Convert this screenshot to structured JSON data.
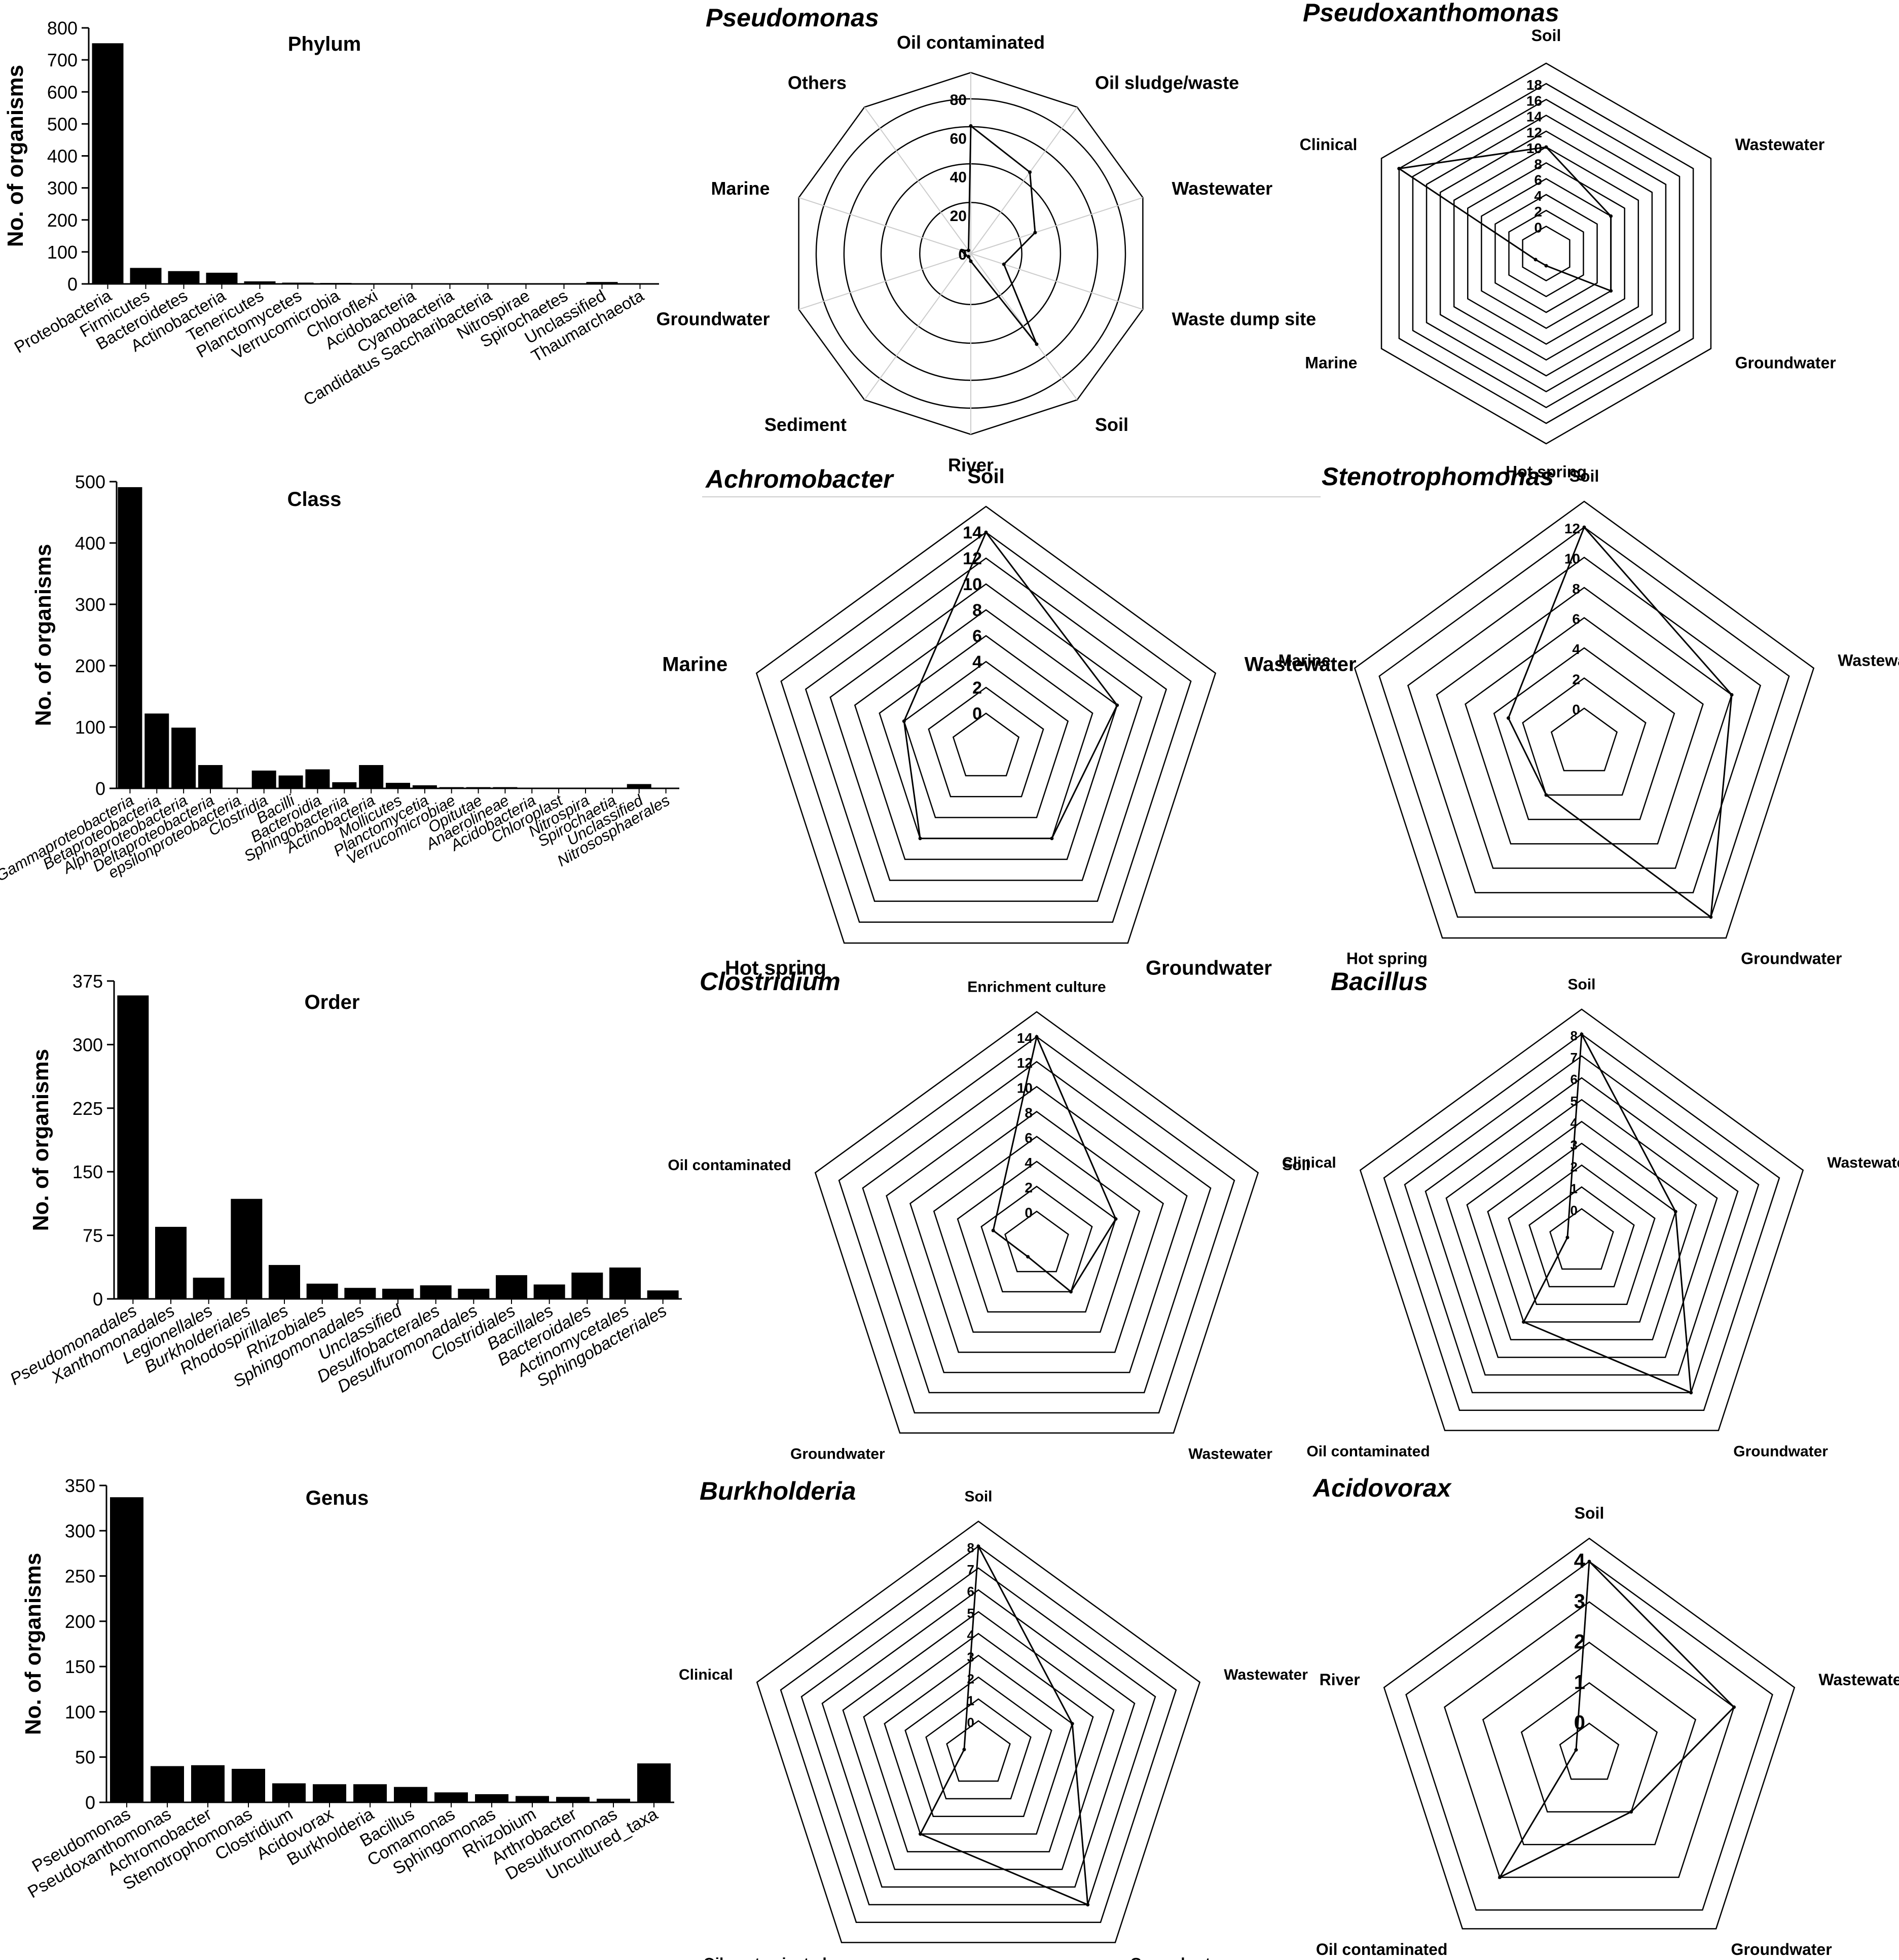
{
  "chart_data": [
    {
      "type": "bar",
      "title": "Phylum",
      "ylabel": "No. of organisms",
      "ylim": [
        0,
        800
      ],
      "yticks": [
        0,
        100,
        200,
        300,
        400,
        500,
        600,
        700,
        800
      ],
      "categories": [
        "Proteobacteria",
        "Firmicutes",
        "Bacteroidetes",
        "Actinobacteria",
        "Tenericutes",
        "Planctomycetes",
        "Verrucomicrobia",
        "Chloroflexi",
        "Acidobacteria",
        "Cyanobacteria",
        "Candidatus Saccharibacteria",
        "Nitrospirae",
        "Spirochaetes",
        "Unclassified",
        "Thaumarchaeota"
      ],
      "values": [
        752,
        50,
        40,
        35,
        8,
        4,
        3,
        2,
        1,
        1,
        1,
        1,
        1,
        6,
        1
      ],
      "italic_labels": false
    },
    {
      "type": "bar",
      "title": "Class",
      "ylabel": "No. of organisms",
      "ylim": [
        0,
        500
      ],
      "yticks": [
        0,
        100,
        200,
        300,
        400,
        500
      ],
      "categories": [
        "Gammaproteobacteria",
        "Betaproteobacteria",
        "Alphaproteobacteria",
        "Deltaproteobacteria",
        "epsilonproteobacteria",
        "Clostridia",
        "Bacilli",
        "Bacteroidia",
        "Sphingobacteriia",
        "Actinobacteria",
        "Mollicutes",
        "Planctomycetia",
        "Verrucomicrobiae",
        "Opitutae",
        "Anaerolineae",
        "Acidobacteria",
        "Chloroplast",
        "Nitrospira",
        "Spirochaetia",
        "Unclassified",
        "Nitrososphaerales"
      ],
      "values": [
        491,
        122,
        99,
        38,
        1,
        29,
        21,
        31,
        10,
        38,
        9,
        5,
        2,
        2,
        2,
        1,
        1,
        1,
        1,
        7,
        1
      ],
      "italic_labels": true
    },
    {
      "type": "bar",
      "title": "Order",
      "ylabel": "No. of organisms",
      "ylim": [
        0,
        375
      ],
      "yticks": [
        0,
        75,
        150,
        225,
        300,
        375
      ],
      "categories": [
        "Pseudomonadales",
        "Xanthomonadales",
        "Legionellales",
        "Burkholderiales",
        "Rhodospirillales",
        "Rhizobiales",
        "Sphingomonadales",
        "Unclassified",
        "Desulfobacterales",
        "Desulfuromonadales",
        "Clostridiales",
        "Bacillales",
        "Bacteroidales",
        "Actinomycetales",
        "Sphingobacteriales"
      ],
      "values": [
        358,
        85,
        25,
        118,
        40,
        18,
        13,
        12,
        16,
        12,
        28,
        17,
        31,
        37,
        10
      ],
      "italic_labels": true
    },
    {
      "type": "bar",
      "title": "Genus",
      "ylabel": "No. of organisms",
      "ylim": [
        0,
        350
      ],
      "yticks": [
        0,
        50,
        100,
        150,
        200,
        250,
        300,
        350
      ],
      "categories": [
        "Pseudomonas",
        "Pseudoxanthomonas",
        "Achromobacter",
        "Stenotrophomonas",
        "Clostridium",
        "Acidovorax",
        "Burkholderia",
        "Bacillus",
        "Comamonas",
        "Sphingomonas",
        "Rhizobium",
        "Arthrobacter",
        "Desulfuromonas",
        "Uncultured_taxa"
      ],
      "values": [
        337,
        40,
        41,
        37,
        21,
        20,
        20,
        17,
        11,
        9,
        7,
        6,
        4,
        43
      ],
      "italic_labels": false
    },
    {
      "type": "radar",
      "title": "Pseudomonas",
      "axes": [
        "Oil contaminated",
        "Oil sludge/waste",
        "Wastewater",
        "Waste dump site",
        "Soil",
        "River",
        "Sediment",
        "Groundwater",
        "Marine",
        "Others"
      ],
      "rmax": 80,
      "ticks": [
        0,
        20,
        40,
        60,
        80
      ],
      "values": [
        66,
        52,
        35,
        18,
        58,
        4,
        2,
        3,
        5,
        2
      ]
    },
    {
      "type": "radar",
      "title": "Pseudoxanthomonas",
      "axes": [
        "Soil",
        "Wastewater",
        "Groundwater",
        "Hot spring",
        "Marine",
        "Clinical"
      ],
      "rmax": 18,
      "ticks": [
        0,
        2,
        4,
        6,
        8,
        10,
        12,
        14,
        16,
        18
      ],
      "values": [
        10,
        6,
        6,
        0,
        0,
        18
      ]
    },
    {
      "type": "radar",
      "title": "Achromobacter",
      "axes": [
        "Soil",
        "Wastewater",
        "Groundwater",
        "Hot spring",
        "Marine"
      ],
      "rmax": 14,
      "ticks": [
        0,
        2,
        4,
        6,
        8,
        10,
        12,
        14
      ],
      "values": [
        14,
        8,
        6,
        6,
        4
      ]
    },
    {
      "type": "radar",
      "title": "Stenotrophomonas",
      "axes": [
        "Soil",
        "Wastewater",
        "Groundwater",
        "Hot spring",
        "Marine"
      ],
      "rmax": 12,
      "ticks": [
        0,
        2,
        4,
        6,
        8,
        10,
        12
      ],
      "values": [
        12,
        8,
        12,
        2,
        3
      ]
    },
    {
      "type": "radar",
      "title": "Clostridium",
      "axes": [
        "Enrichment culture",
        "Soil",
        "Wastewater",
        "Groundwater",
        "Oil contaminated"
      ],
      "rmax": 14,
      "ticks": [
        0,
        2,
        4,
        6,
        8,
        10,
        12,
        14
      ],
      "values": [
        14,
        4,
        2,
        0,
        1
      ]
    },
    {
      "type": "radar",
      "title": "Bacillus",
      "axes": [
        "Soil",
        "Wastewater",
        "Groundwater",
        "Oil contaminated",
        "Clinical"
      ],
      "rmax": 8,
      "ticks": [
        0,
        1,
        2,
        3,
        4,
        5,
        6,
        7,
        8
      ],
      "values": [
        8,
        3,
        7,
        3,
        0
      ]
    },
    {
      "type": "radar",
      "title": "Burkholderia",
      "axes": [
        "Soil",
        "Wastewater",
        "Groundwater",
        "Oil contaminated",
        "Clinical"
      ],
      "rmax": 8,
      "ticks": [
        0,
        1,
        2,
        3,
        4,
        5,
        6,
        7,
        8
      ],
      "values": [
        8,
        3,
        7,
        3,
        0
      ]
    },
    {
      "type": "radar",
      "title": "Acidovorax",
      "axes": [
        "Soil",
        "Wastewater",
        "Groundwater",
        "Oil contaminated",
        "River"
      ],
      "rmax": 4,
      "ticks": [
        0,
        1,
        2,
        3,
        4
      ],
      "values": [
        4,
        3,
        1,
        3,
        0
      ]
    }
  ]
}
